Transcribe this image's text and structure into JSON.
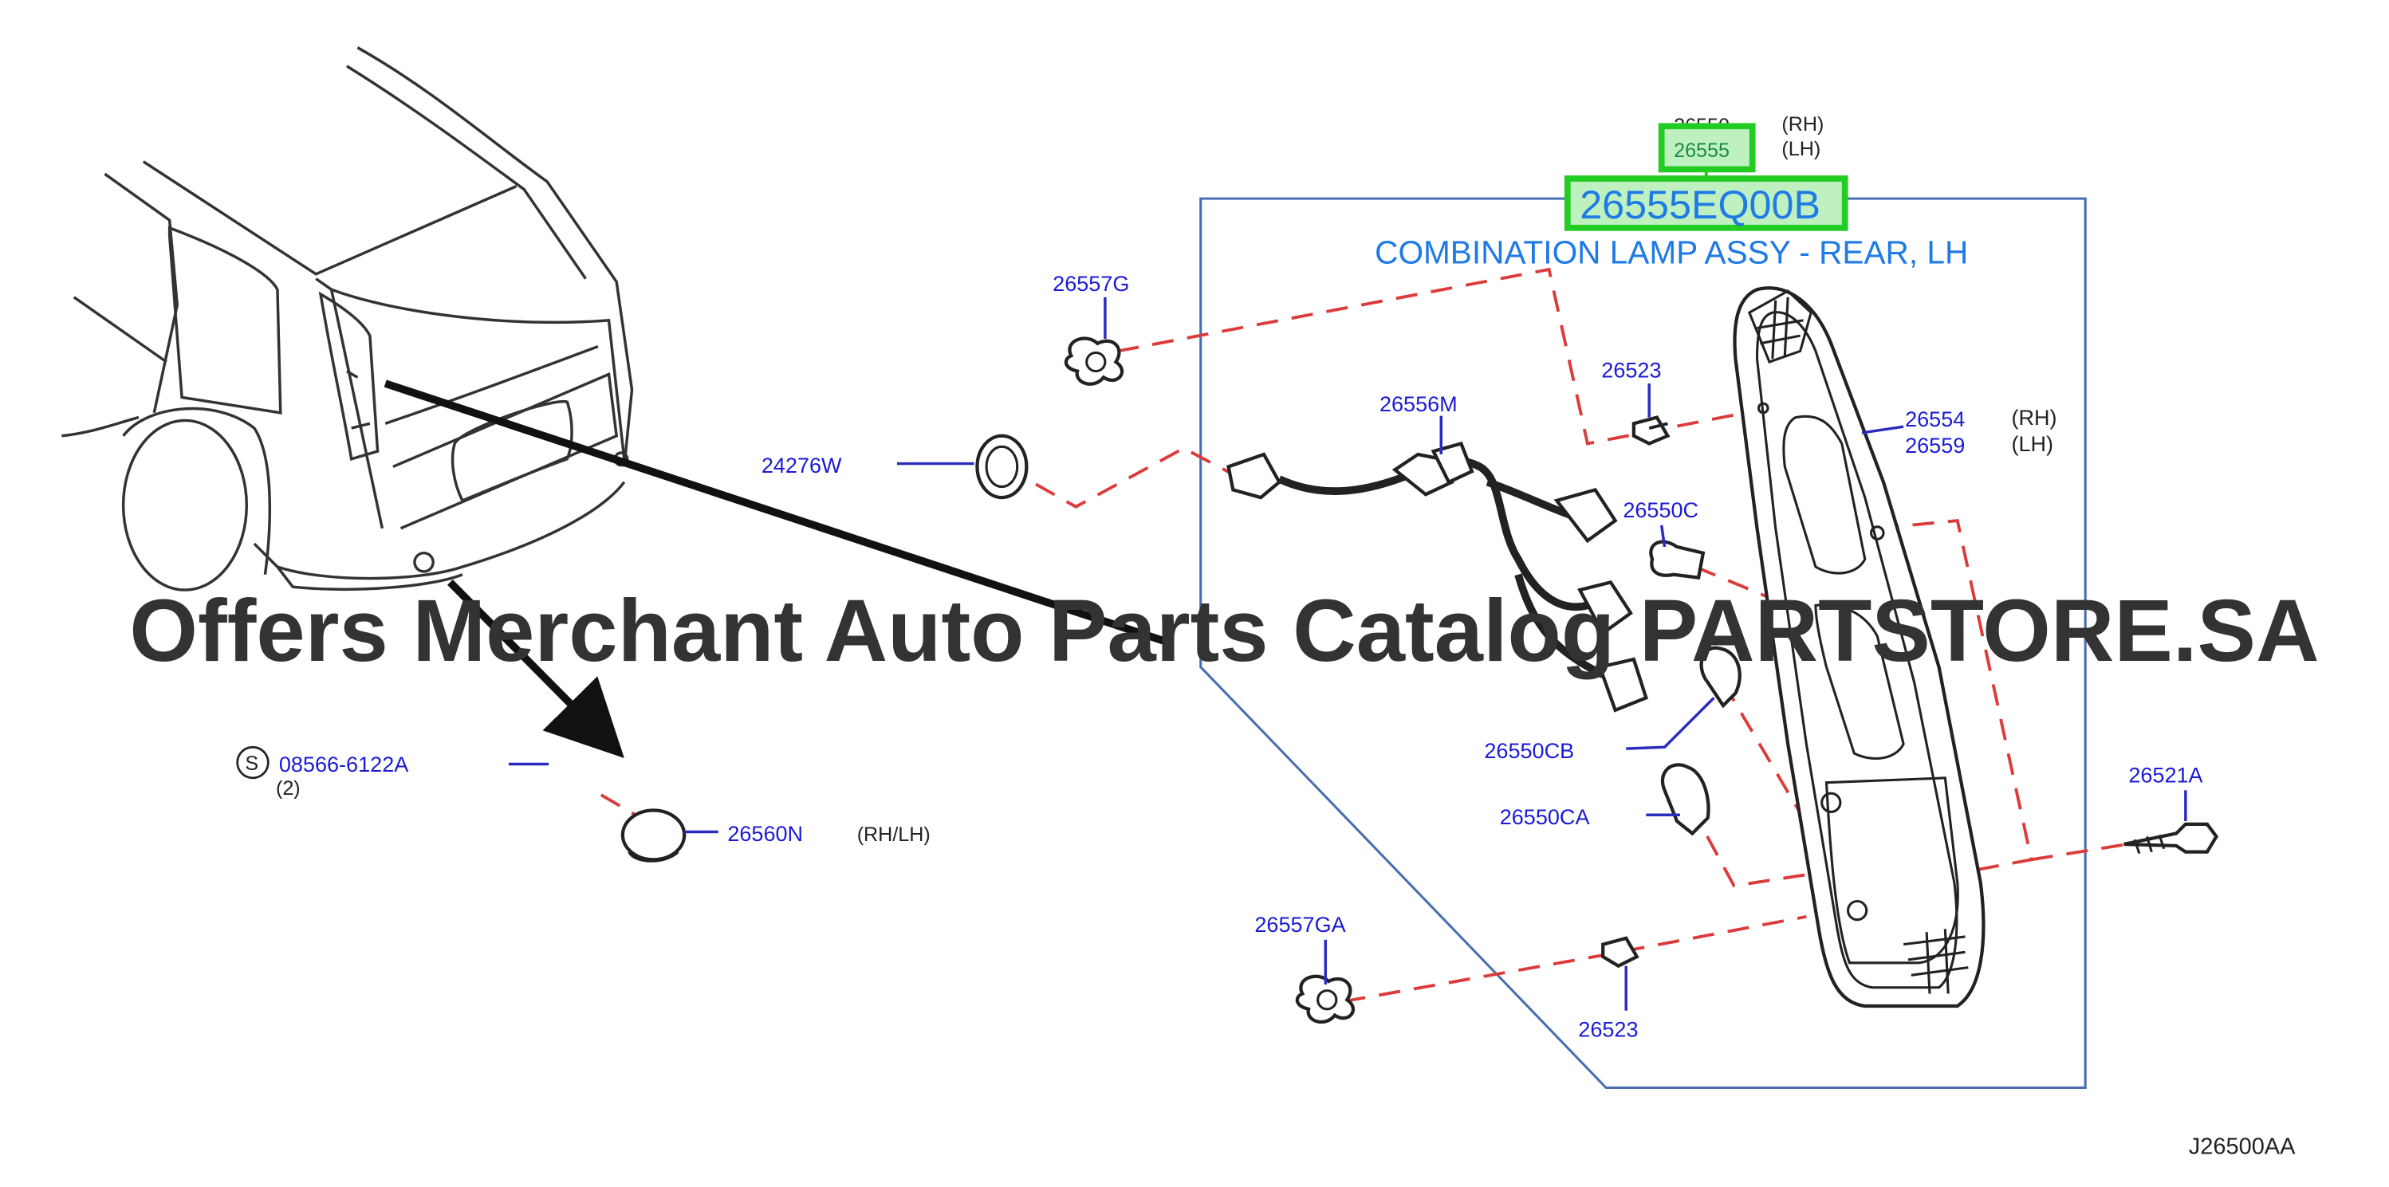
{
  "diagram": {
    "header": {
      "part_rh": "26550",
      "part_lh": "26555",
      "rh": "(RH)",
      "lh": "(LH)",
      "selected_part_number": "26555EQ00B",
      "selected_part_name": "COMBINATION LAMP ASSY - REAR, LH"
    },
    "callouts": {
      "p26557G": "26557G",
      "p24276W": "24276W",
      "p26556M": "26556M",
      "p26523_top": "26523",
      "p26554": "26554",
      "p26559": "26559",
      "rh": "(RH)",
      "lh": "(LH)",
      "p26550C": "26550C",
      "p26550CB": "26550CB",
      "p26550CA": "26550CA",
      "p26521A": "26521A",
      "p26557GA": "26557GA",
      "p26523_bottom": "26523",
      "s_symbol": "S",
      "p08566": "08566-6122A",
      "qty": "(2)",
      "p26560N": "26560N",
      "rhlh": "(RH/LH)"
    },
    "watermark": "Offers Merchant Auto Parts Catalog PARTSTORE.SA",
    "figure_code": "J26500AA"
  },
  "colors": {
    "callout": "#1a1ad6",
    "header_blue": "#1e7ae6",
    "highlight": "#22cc22",
    "dashed_lead": "#dd3b3b",
    "box_outline": "#4a6fb0",
    "watermark": "#333333"
  }
}
